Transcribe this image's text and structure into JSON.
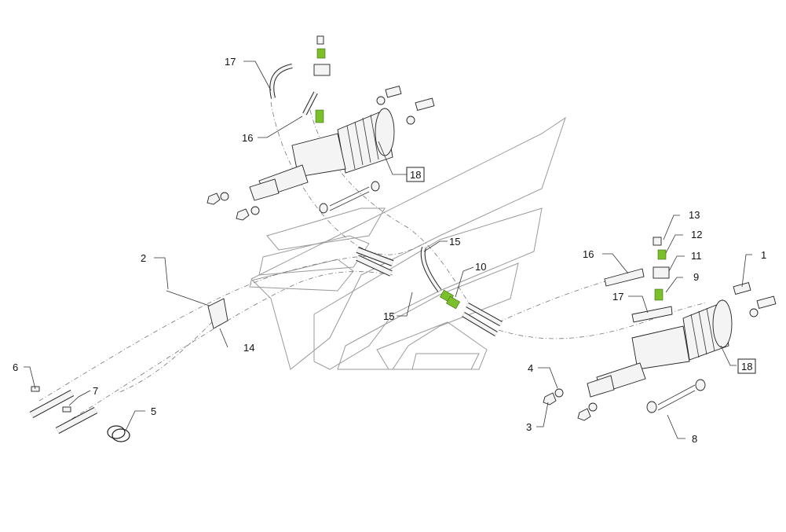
{
  "callouts": [
    {
      "id": "c1",
      "label": "1"
    },
    {
      "id": "c2",
      "label": "2"
    },
    {
      "id": "c3",
      "label": "3"
    },
    {
      "id": "c4",
      "label": "4"
    },
    {
      "id": "c5",
      "label": "5"
    },
    {
      "id": "c6",
      "label": "6"
    },
    {
      "id": "c7",
      "label": "7"
    },
    {
      "id": "c8",
      "label": "8"
    },
    {
      "id": "c9",
      "label": "9"
    },
    {
      "id": "c10",
      "label": "10"
    },
    {
      "id": "c11",
      "label": "11"
    },
    {
      "id": "c12",
      "label": "12"
    },
    {
      "id": "c13",
      "label": "13"
    },
    {
      "id": "c14",
      "label": "14"
    },
    {
      "id": "c15a",
      "label": "15"
    },
    {
      "id": "c15b",
      "label": "15"
    },
    {
      "id": "c16a",
      "label": "16"
    },
    {
      "id": "c16b",
      "label": "16"
    },
    {
      "id": "c17a",
      "label": "17"
    },
    {
      "id": "c17b",
      "label": "17"
    },
    {
      "id": "c18a",
      "label": "18",
      "boxed": true
    },
    {
      "id": "c18b",
      "label": "18",
      "boxed": true
    }
  ]
}
